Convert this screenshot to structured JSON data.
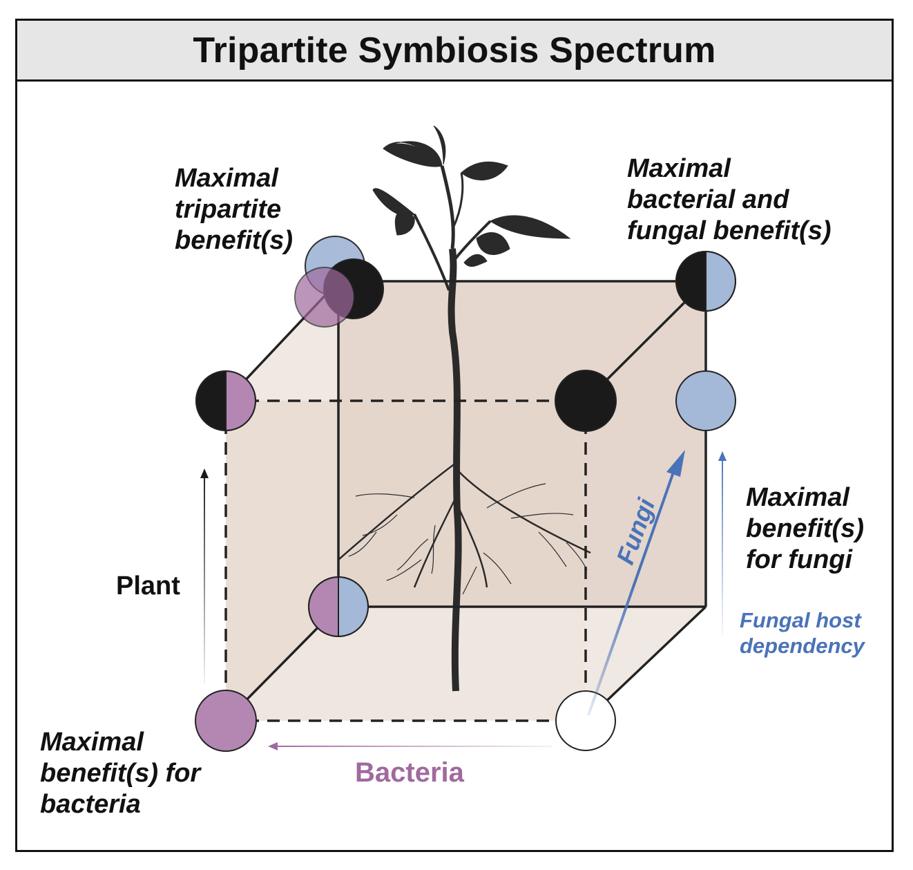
{
  "title": "Tripartite Symbiosis Spectrum",
  "labels": {
    "top_left": [
      "Maximal",
      "tripartite",
      "benefit(s)"
    ],
    "top_right": [
      "Maximal",
      "bacterial and",
      "fungal benefit(s)"
    ],
    "right": [
      "Maximal",
      "benefit(s)",
      "for fungi"
    ],
    "bottom_left": [
      "Maximal",
      "benefit(s) for",
      "bacteria"
    ],
    "fungal_host": [
      "Fungal host",
      "dependency"
    ]
  },
  "axes": {
    "plant": "Plant",
    "bacteria": "Bacteria",
    "fungi": "Fungi"
  },
  "colors": {
    "plant": "#1a1a1a",
    "bacteria": "#a06a9e",
    "fungi": "#4a73b8",
    "cube_fill": "#e4d5cb"
  }
}
